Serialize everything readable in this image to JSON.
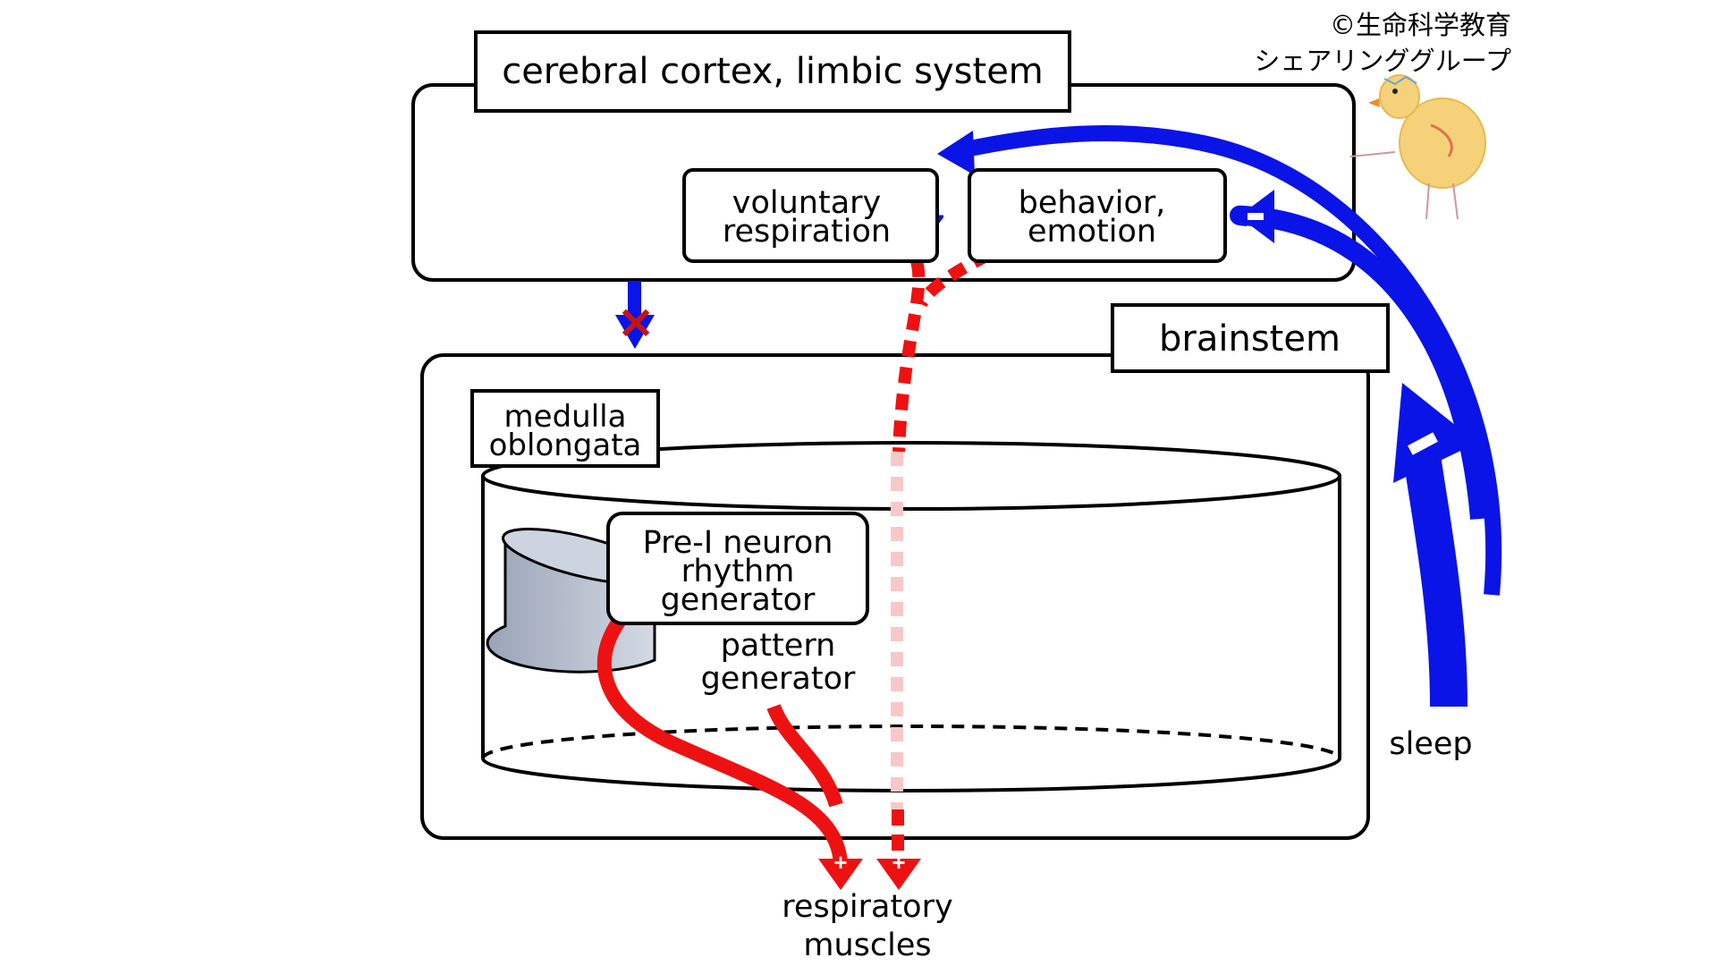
{
  "copyright": {
    "line1": "©生命科学教育",
    "line2": "シェアリンググループ"
  },
  "labels": {
    "cortex": "cerebral cortex, limbic system",
    "voluntary_line1": "voluntary",
    "voluntary_line2": "respiration",
    "behavior_line1": "behavior,",
    "behavior_line2": "emotion",
    "brainstem": "brainstem",
    "medulla_line1": "medulla",
    "medulla_line2": "oblongata",
    "preI_line1": "Pre-I neuron",
    "preI_line2": "rhythm",
    "preI_line3": "generator",
    "pattern_line1": "pattern",
    "pattern_line2": "generator",
    "muscles_line1": "respiratory",
    "muscles_line2": "muscles",
    "sleep": "sleep"
  },
  "signs": {
    "minus": "−",
    "plus": "+",
    "blocked": "×"
  },
  "colors": {
    "inhibit_blue": "#0a14e6",
    "excite_red": "#ee1111",
    "faded_red": "#f8c8c8",
    "cylinder_fill": "#aab4c6"
  },
  "icons": [
    "chick-drawing",
    "down-arrow-icon",
    "cross-mark-icon"
  ]
}
